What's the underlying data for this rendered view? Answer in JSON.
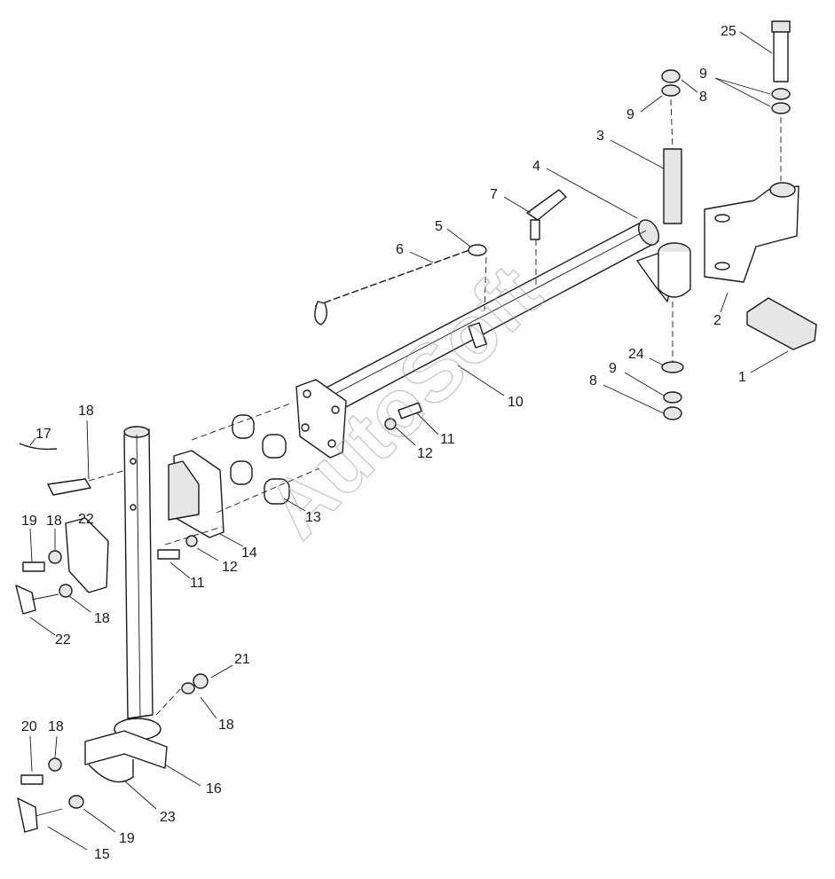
{
  "watermark": "AutoSoft",
  "colors": {
    "line": "#1a1a1a",
    "background": "#ffffff",
    "watermark": "#9a9a9a"
  },
  "labels": [
    {
      "id": "l1",
      "text": "1"
    },
    {
      "id": "l2",
      "text": "2"
    },
    {
      "id": "l3",
      "text": "3"
    },
    {
      "id": "l4",
      "text": "4"
    },
    {
      "id": "l5",
      "text": "5"
    },
    {
      "id": "l6",
      "text": "6"
    },
    {
      "id": "l7",
      "text": "7"
    },
    {
      "id": "l8a",
      "text": "8"
    },
    {
      "id": "l8b",
      "text": "8"
    },
    {
      "id": "l9a",
      "text": "9"
    },
    {
      "id": "l9b",
      "text": "9"
    },
    {
      "id": "l9c",
      "text": "9"
    },
    {
      "id": "l10",
      "text": "10"
    },
    {
      "id": "l11a",
      "text": "11"
    },
    {
      "id": "l11b",
      "text": "11"
    },
    {
      "id": "l12a",
      "text": "12"
    },
    {
      "id": "l12b",
      "text": "12"
    },
    {
      "id": "l13",
      "text": "13"
    },
    {
      "id": "l14",
      "text": "14"
    },
    {
      "id": "l15",
      "text": "15"
    },
    {
      "id": "l16",
      "text": "16"
    },
    {
      "id": "l17",
      "text": "17"
    },
    {
      "id": "l18a",
      "text": "18"
    },
    {
      "id": "l18b",
      "text": "18"
    },
    {
      "id": "l18c",
      "text": "18"
    },
    {
      "id": "l18d",
      "text": "18"
    },
    {
      "id": "l18e",
      "text": "18"
    },
    {
      "id": "l19a",
      "text": "19"
    },
    {
      "id": "l19b",
      "text": "19"
    },
    {
      "id": "l20",
      "text": "20"
    },
    {
      "id": "l21",
      "text": "21"
    },
    {
      "id": "l22a",
      "text": "22"
    },
    {
      "id": "l22b",
      "text": "22"
    },
    {
      "id": "l23",
      "text": "23"
    },
    {
      "id": "l24",
      "text": "24"
    },
    {
      "id": "l25",
      "text": "25"
    }
  ]
}
